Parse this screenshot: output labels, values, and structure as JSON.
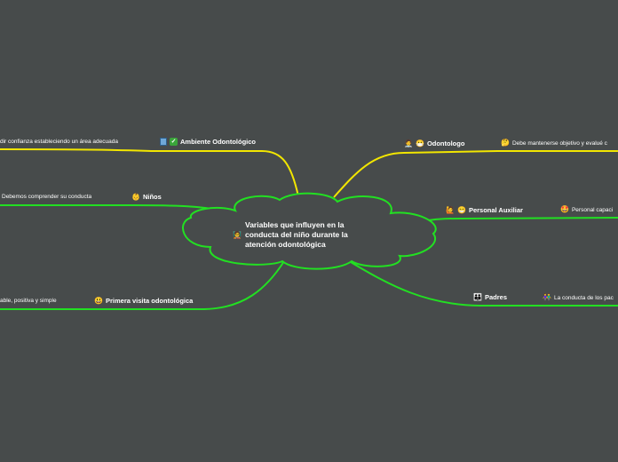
{
  "central": {
    "title": "Variables que influyen en la conducta del niño durante la atención odontológica",
    "icon": "person-icon"
  },
  "colors": {
    "background": "#474b4b",
    "yellow_branch": "#f2e600",
    "green_branch": "#22e022",
    "cloud_fill": "#474b4b",
    "cloud_stroke": "#22e022"
  },
  "branches": {
    "ambiente": {
      "label": "Ambiente Odontológico",
      "icon": "building-icon",
      "check": "✓",
      "child": "dir confianza estableciendo un área adecuada"
    },
    "ninos": {
      "label": "Niños",
      "icon": "child-icon",
      "child": "Debemos comprender su conducta"
    },
    "primera": {
      "label": "Primera visita odontológica",
      "icon": "smiley-icon",
      "child": "able, positiva y simple"
    },
    "odontologo": {
      "label": "Odontologo",
      "icon": "dentist-icon",
      "child": "Debe mantenerse objetivo y evalué  c",
      "child_icon": "thinking-face-icon"
    },
    "auxiliar": {
      "label": "Personal Auxiliar",
      "icon": "assistant-icon",
      "child": "Personal capaci",
      "child_icon": "star-face-icon"
    },
    "padres": {
      "label": "Padres",
      "icon": "family-icon",
      "child": "La conducta de los pac",
      "child_icon": "parents-icon"
    }
  }
}
